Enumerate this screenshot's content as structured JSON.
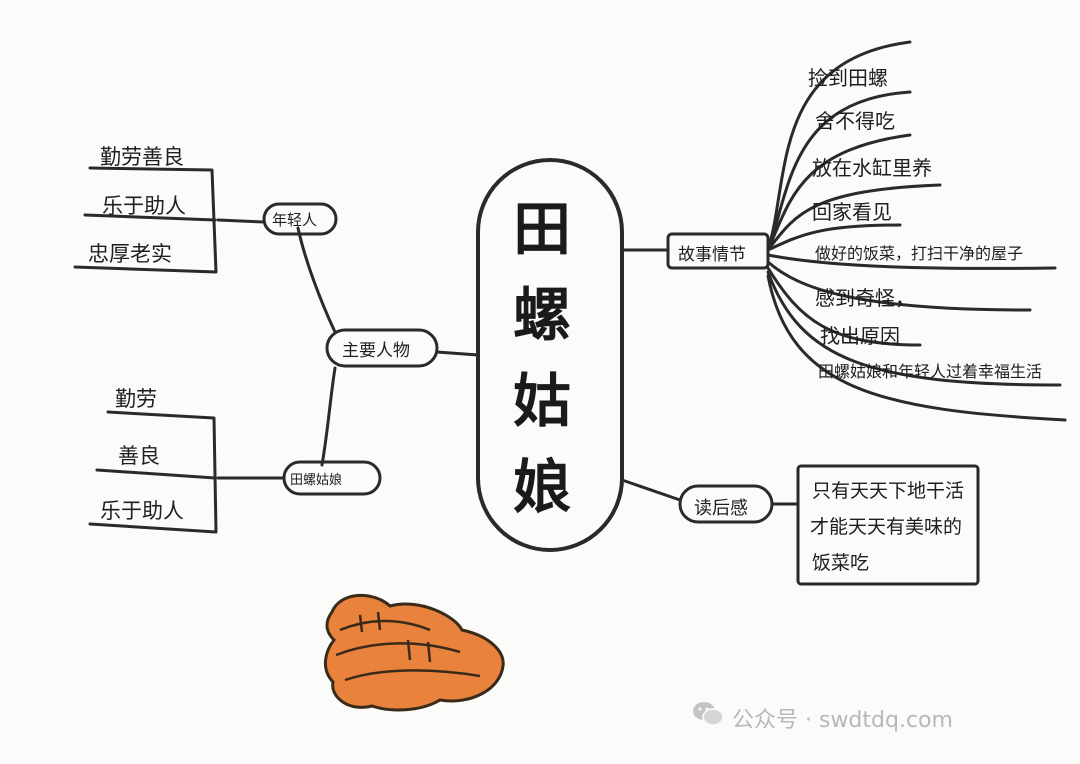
{
  "center": {
    "title_chars": [
      "田",
      "螺",
      "姑",
      "娘"
    ]
  },
  "left": {
    "main_node": "主要人物",
    "young_man": {
      "label": "年轻人",
      "traits": [
        "勤劳善良",
        "乐于助人",
        "忠厚老实"
      ]
    },
    "snail_girl": {
      "label": "田螺姑娘",
      "traits": [
        "勤劳",
        "善良",
        "乐于助人"
      ]
    }
  },
  "right": {
    "plot": {
      "label": "故事情节",
      "items": [
        "捡到田螺",
        "舍不得吃",
        "放在水缸里养",
        "回家看见",
        "做好的饭菜，打扫干净的屋子",
        "感到奇怪，",
        "找出原因",
        "田螺姑娘和年轻人过着幸福生活"
      ]
    },
    "review": {
      "label": "读后感",
      "lines": [
        "只有天天下地干活",
        "才能天天有美味的",
        "饭菜吃"
      ]
    }
  },
  "illustration": {
    "icon": "snail-shell-icon",
    "color": "#e8823c"
  },
  "watermark": {
    "text": "公众号 · swdtdq.com",
    "icon": "wechat-icon"
  }
}
